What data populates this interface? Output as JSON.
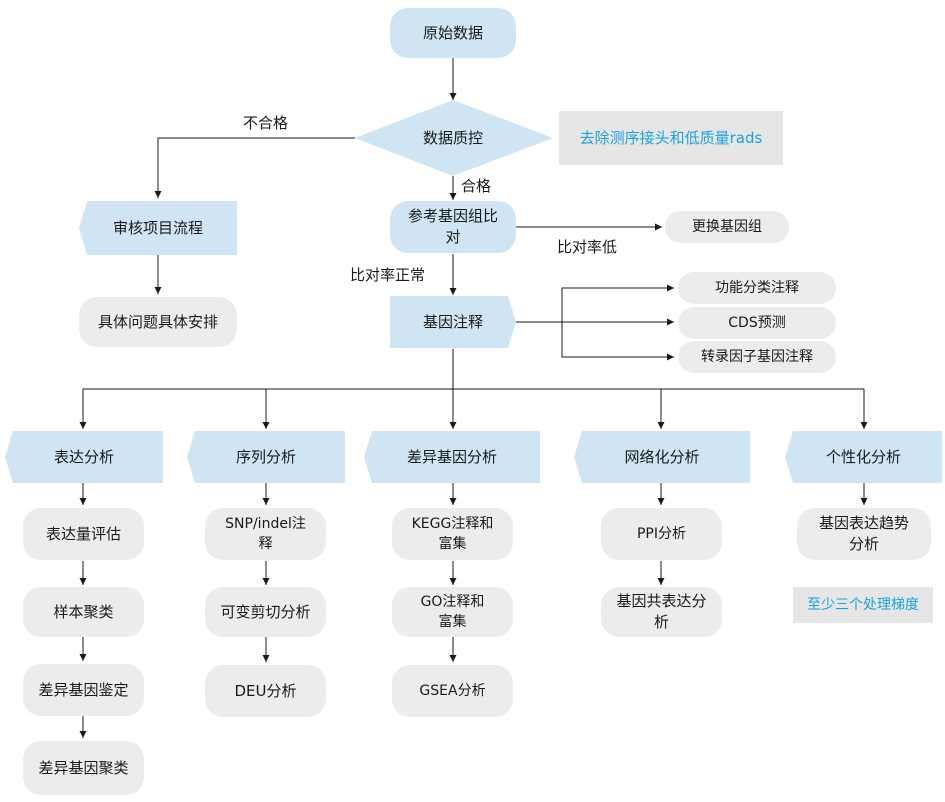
{
  "nodes": {
    "raw_data": "原始数据",
    "qc": "数据质控",
    "qc_note": "去除测序接头和低质量rads",
    "review": "审核项目流程",
    "specific": "具体问题具体安排",
    "ref_align": "参考基因组比对",
    "replace_genome": "更换基因组",
    "gene_annot": "基因注释",
    "func_class": "功能分类注释",
    "cds": "CDS预测",
    "tf": "转录因子基因注释",
    "expr": "表达分析",
    "seq": "序列分析",
    "diff": "差异基因分析",
    "network": "网络化分析",
    "personal": "个性化分析",
    "expr_eval": "表达量评估",
    "sample_cluster": "样本聚类",
    "diff_identify": "差异基因鉴定",
    "diff_cluster": "差异基因聚类",
    "snp": "SNP/indel注释",
    "splice": "可变剪切分析",
    "deu": "DEU分析",
    "kegg": "KEGG注释和富集",
    "go": "GO注释和富集",
    "gsea": "GSEA分析",
    "ppi": "PPI分析",
    "coexpr": "基因共表达分析",
    "trend": "基因表达趋势分析",
    "trend_note": "至少三个处理梯度"
  },
  "edge_labels": {
    "fail": "不合格",
    "pass": "合格",
    "low_rate": "比对率低",
    "normal_rate": "比对率正常"
  },
  "colors": {
    "node_blue": "#cfe5f3",
    "node_grey": "#ececec",
    "note_bg": "#e6e6e6",
    "note_text": "#1aa3dd",
    "line": "#1a1a1a"
  }
}
